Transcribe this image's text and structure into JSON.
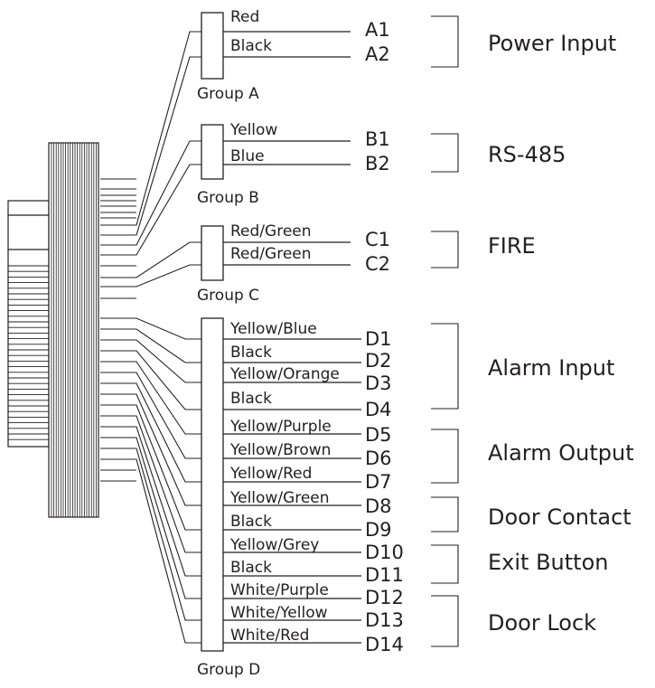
{
  "diagram": {
    "title": "Wiring terminal diagram",
    "colors": {
      "line": "#231f20",
      "background": "#ffffff"
    },
    "groups": [
      {
        "name": "Group A",
        "wires": [
          {
            "color": "Red",
            "terminal": "A1"
          },
          {
            "color": "Black",
            "terminal": "A2"
          }
        ]
      },
      {
        "name": "Group B",
        "wires": [
          {
            "color": "Yellow",
            "terminal": "B1"
          },
          {
            "color": "Blue",
            "terminal": "B2"
          }
        ]
      },
      {
        "name": "Group C",
        "wires": [
          {
            "color": "Red/Green",
            "terminal": "C1"
          },
          {
            "color": "Red/Green",
            "terminal": "C2"
          }
        ]
      },
      {
        "name": "Group D",
        "wires": [
          {
            "color": "Yellow/Blue",
            "terminal": "D1"
          },
          {
            "color": "Black",
            "terminal": "D2"
          },
          {
            "color": "Yellow/Orange",
            "terminal": "D3"
          },
          {
            "color": "Black",
            "terminal": "D4"
          },
          {
            "color": "Yellow/Purple",
            "terminal": "D5"
          },
          {
            "color": "Yellow/Brown",
            "terminal": "D6"
          },
          {
            "color": "Yellow/Red",
            "terminal": "D7"
          },
          {
            "color": "Yellow/Green",
            "terminal": "D8"
          },
          {
            "color": "Black",
            "terminal": "D9"
          },
          {
            "color": "Yellow/Grey",
            "terminal": "D10"
          },
          {
            "color": "Black",
            "terminal": "D11"
          },
          {
            "color": "White/Purple",
            "terminal": "D12"
          },
          {
            "color": "White/Yellow",
            "terminal": "D13"
          },
          {
            "color": "White/Red",
            "terminal": "D14"
          }
        ]
      }
    ],
    "functions": [
      {
        "label": "Power Input",
        "terminals": [
          "A1",
          "A2"
        ]
      },
      {
        "label": "RS-485",
        "terminals": [
          "B1",
          "B2"
        ]
      },
      {
        "label": "FIRE",
        "terminals": [
          "C1",
          "C2"
        ]
      },
      {
        "label": "Alarm Input",
        "terminals": [
          "D1",
          "D2",
          "D3",
          "D4"
        ]
      },
      {
        "label": "Alarm Output",
        "terminals": [
          "D5",
          "D6",
          "D7"
        ]
      },
      {
        "label": "Door Contact",
        "terminals": [
          "D8",
          "D9"
        ]
      },
      {
        "label": "Exit Button",
        "terminals": [
          "D10",
          "D11"
        ]
      },
      {
        "label": "Door Lock",
        "terminals": [
          "D12",
          "D13",
          "D14"
        ]
      }
    ]
  }
}
